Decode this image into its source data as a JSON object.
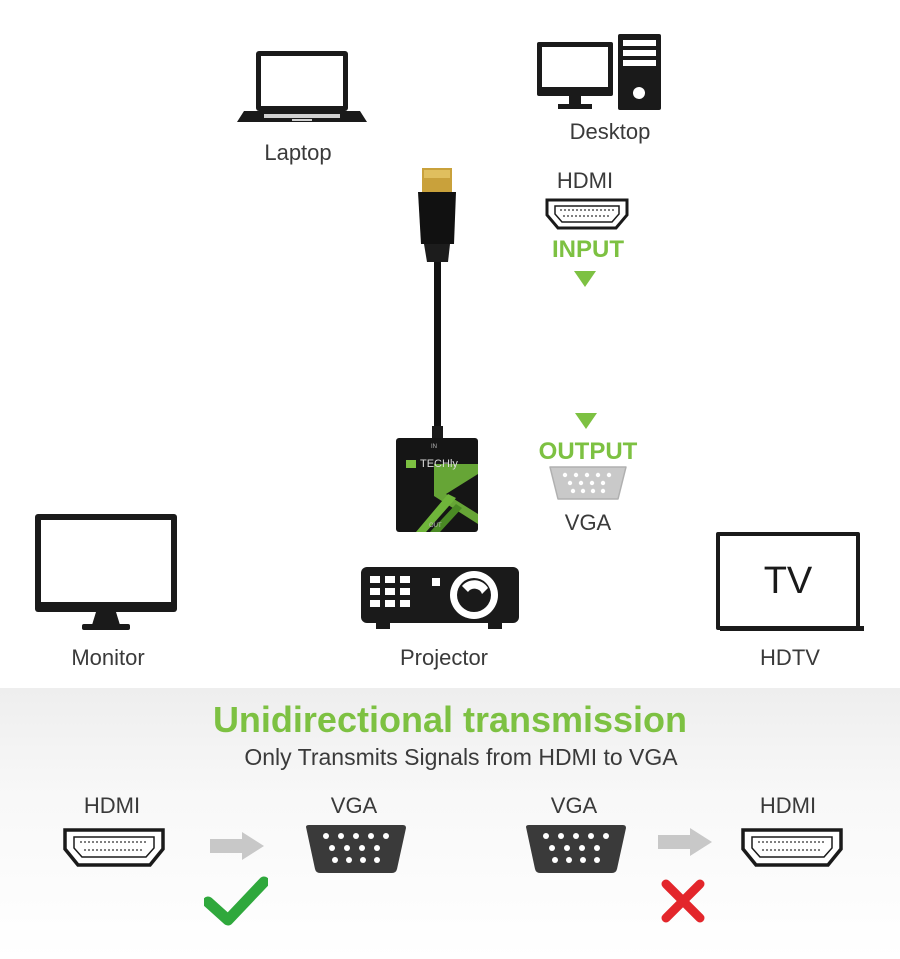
{
  "devices": {
    "laptop": "Laptop",
    "desktop": "Desktop",
    "monitor": "Monitor",
    "projector": "Projector",
    "hdtv": "HDTV",
    "tv_screen_text": "TV"
  },
  "adapter": {
    "input_port": "HDMI",
    "input_label": "INPUT",
    "output_label": "OUTPUT",
    "output_port": "VGA",
    "brand": "TECHly",
    "in_mark": "IN",
    "out_mark": "OUT"
  },
  "transmission": {
    "title": "Unidirectional transmission",
    "subtitle": "Only Transmits Signals from HDMI to VGA",
    "allowed": {
      "from": "HDMI",
      "to": "VGA"
    },
    "blocked": {
      "from": "VGA",
      "to": "HDMI"
    }
  },
  "colors": {
    "accent_green": "#7dc142",
    "check_green": "#2fa83c",
    "cross_red": "#e3262b",
    "arrow_gray": "#c8c8c8",
    "icon_dark": "#1a1a1a"
  }
}
